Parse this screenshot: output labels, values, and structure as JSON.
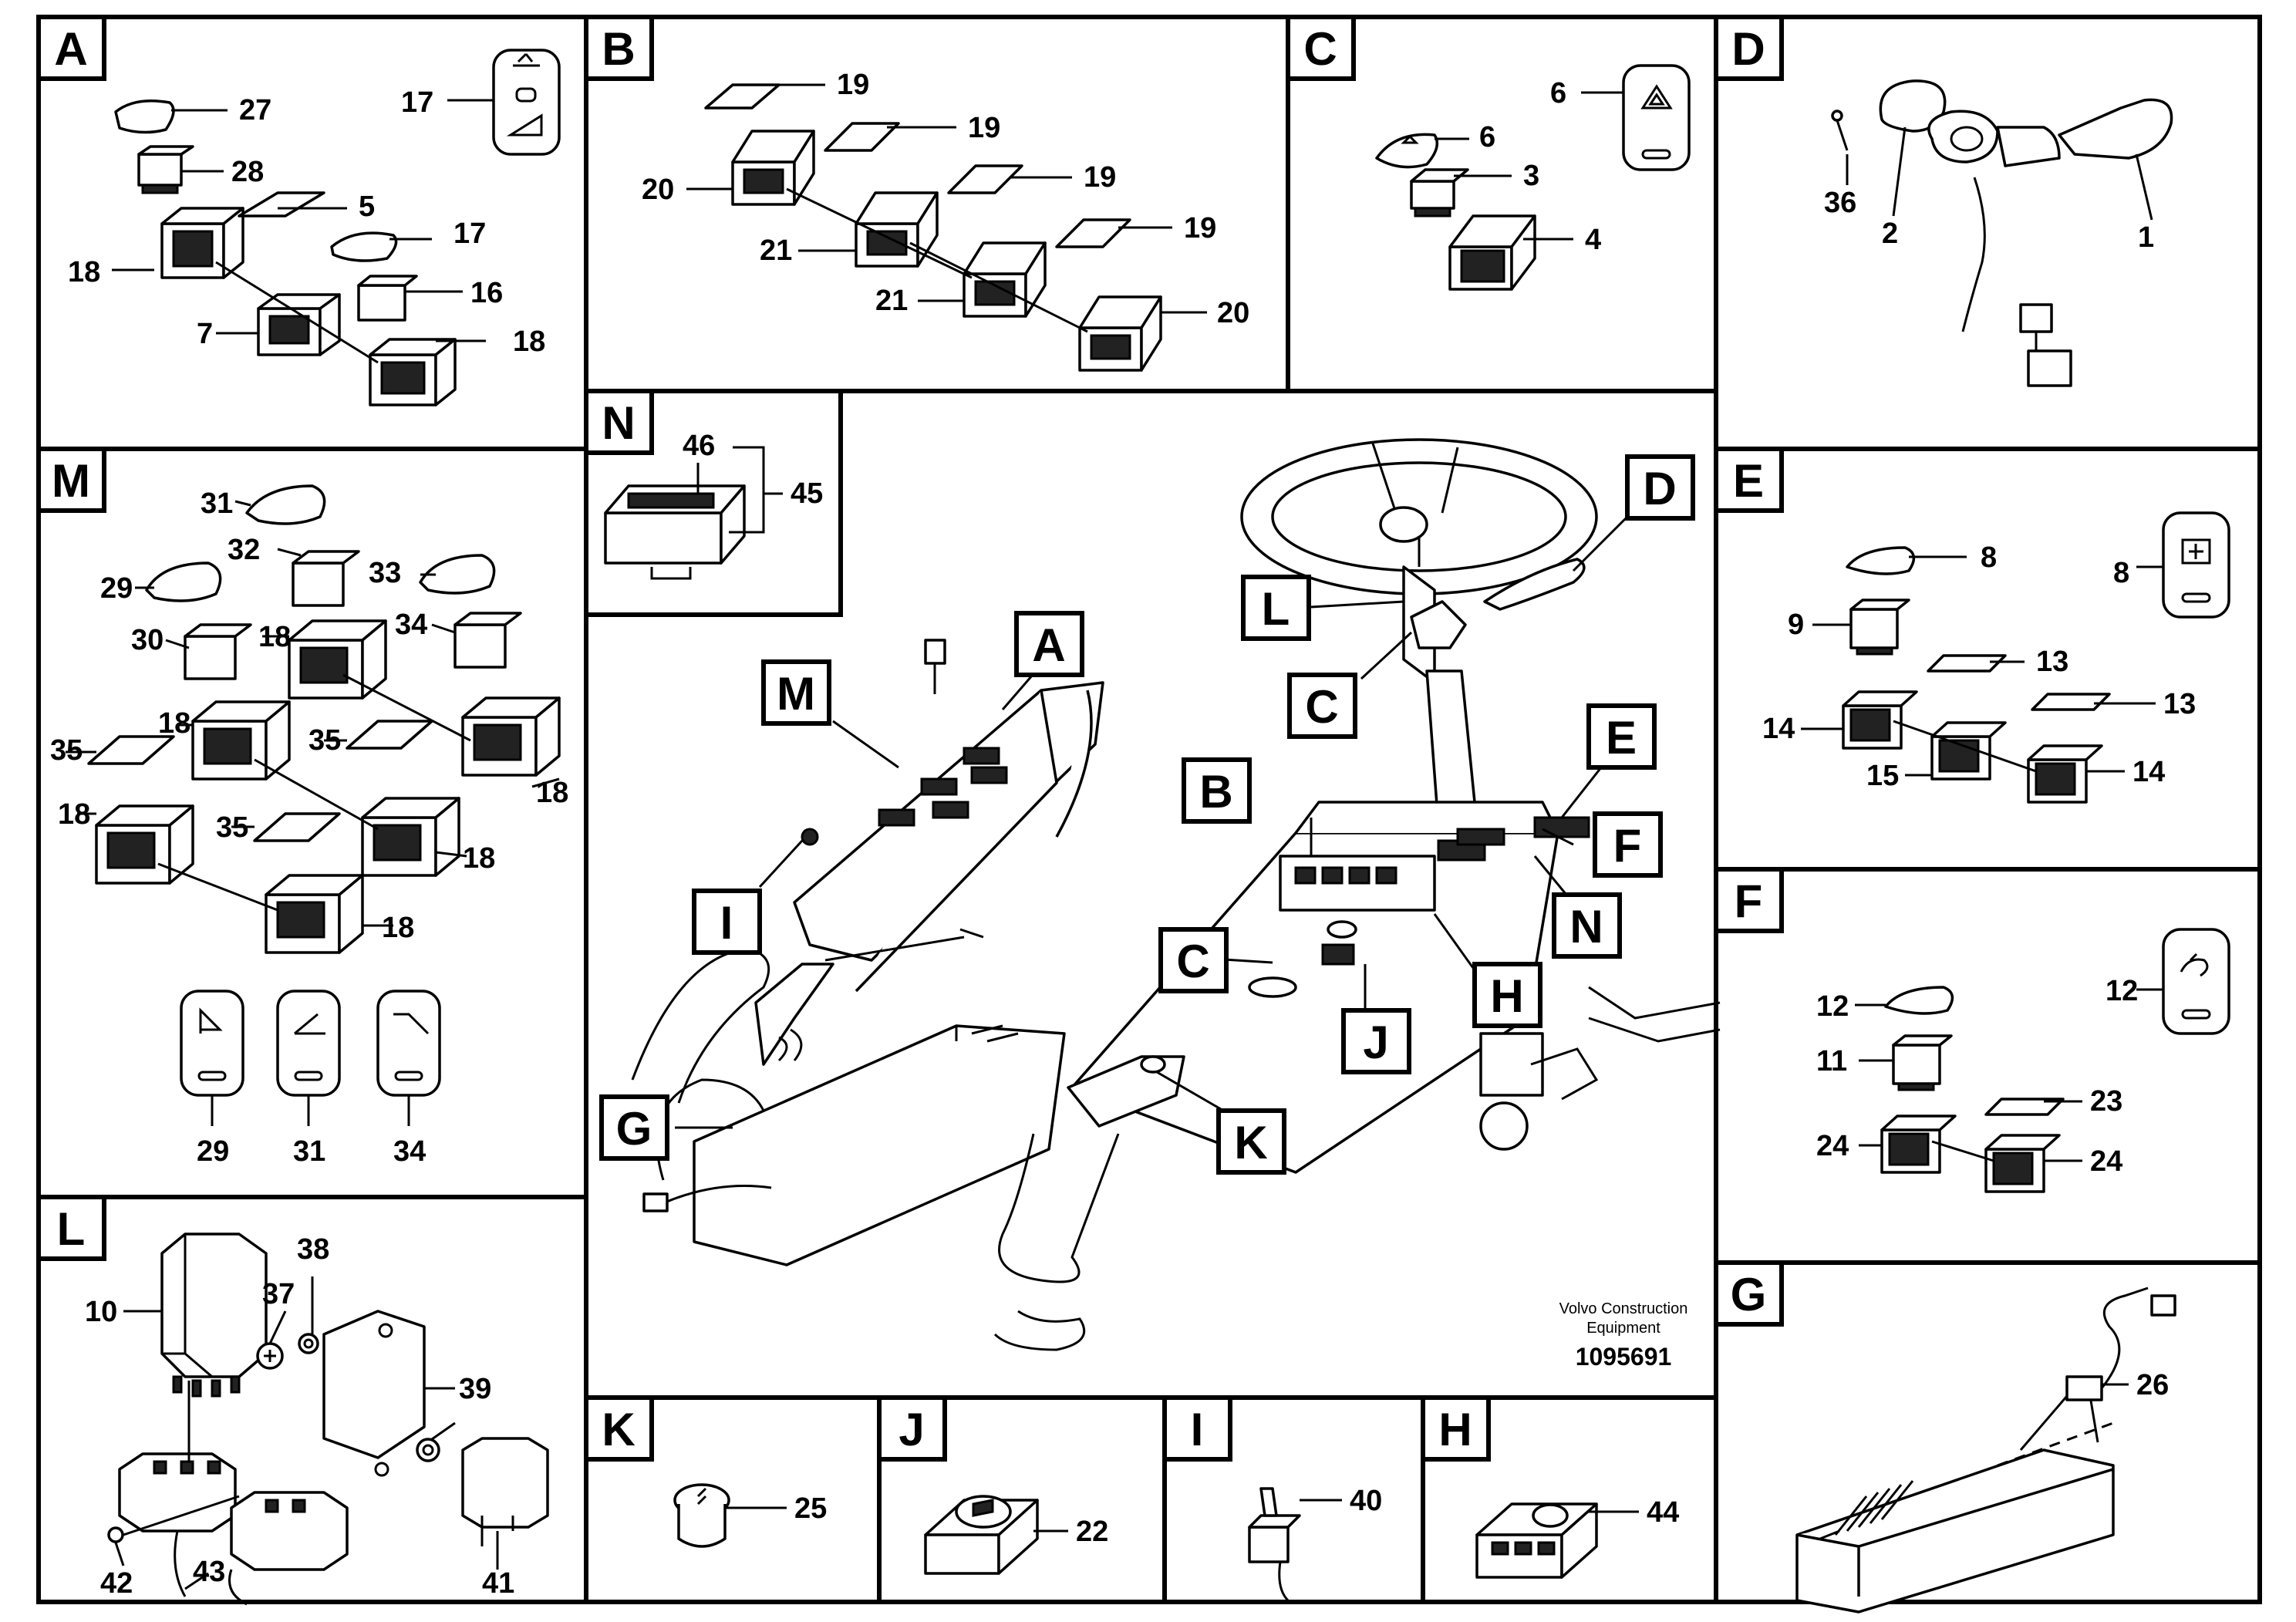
{
  "panels": {
    "A": {
      "letter": "A",
      "parts": [
        "27",
        "17",
        "28",
        "5",
        "17",
        "18",
        "16",
        "7",
        "18"
      ]
    },
    "B": {
      "letter": "B",
      "parts": [
        "19",
        "19",
        "20",
        "19",
        "21",
        "19",
        "21",
        "20"
      ]
    },
    "C": {
      "letter": "C",
      "parts": [
        "6",
        "6",
        "3",
        "4"
      ]
    },
    "D": {
      "letter": "D",
      "parts": [
        "36",
        "2",
        "1"
      ]
    },
    "M": {
      "letter": "M",
      "parts": [
        "31",
        "32",
        "33",
        "29",
        "30",
        "18",
        "34",
        "18",
        "35",
        "35",
        "18",
        "18",
        "35",
        "18",
        "18",
        "29",
        "31",
        "34"
      ]
    },
    "N": {
      "letter": "N",
      "parts": [
        "46",
        "45"
      ]
    },
    "E": {
      "letter": "E",
      "parts": [
        "8",
        "8",
        "9",
        "13",
        "14",
        "13",
        "15",
        "14"
      ]
    },
    "F": {
      "letter": "F",
      "parts": [
        "12",
        "12",
        "11",
        "23",
        "24",
        "24"
      ]
    },
    "L": {
      "letter": "L",
      "parts": [
        "38",
        "10",
        "37",
        "39",
        "42",
        "43",
        "41"
      ]
    },
    "G": {
      "letter": "G",
      "parts": [
        "26"
      ]
    },
    "K": {
      "letter": "K",
      "parts": [
        "25"
      ]
    },
    "J": {
      "letter": "J",
      "parts": [
        "22"
      ]
    },
    "I": {
      "letter": "I",
      "parts": [
        "40"
      ]
    },
    "H": {
      "letter": "H",
      "parts": [
        "44"
      ]
    }
  },
  "overview": {
    "callouts": [
      "A",
      "M",
      "I",
      "G",
      "L",
      "C",
      "D",
      "B",
      "C",
      "E",
      "F",
      "N",
      "H",
      "J",
      "K"
    ],
    "manufacturer_line1": "Volvo Construction",
    "manufacturer_line2": "Equipment",
    "drawing_number": "1095691"
  }
}
